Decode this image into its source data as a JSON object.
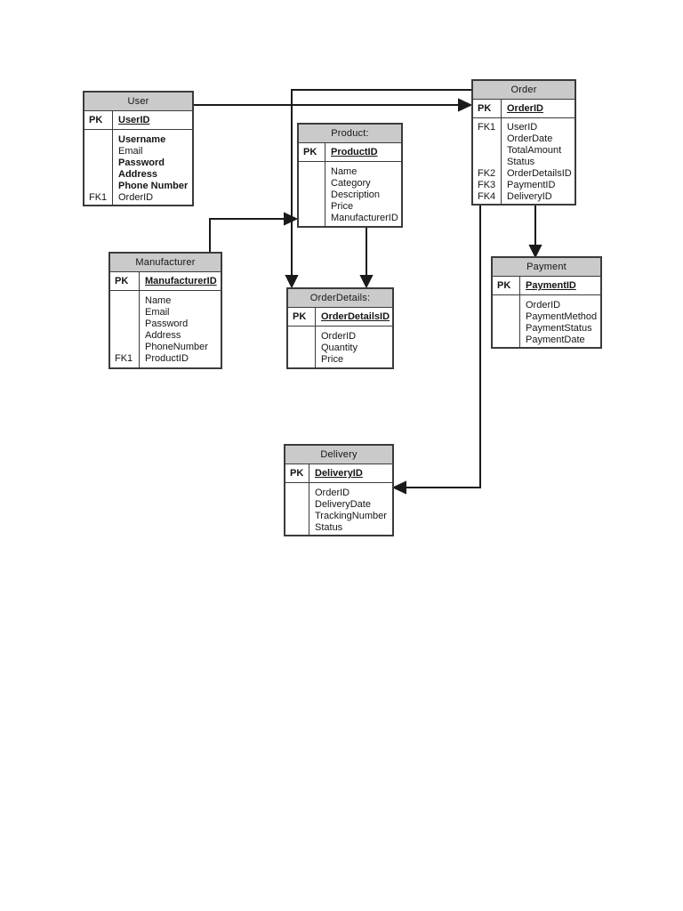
{
  "erd": {
    "entities": {
      "user": {
        "title": "User",
        "pk": {
          "key": "PK",
          "name": "UserID"
        },
        "rows": [
          {
            "key": "",
            "name": "Username"
          },
          {
            "key": "",
            "name": "Email"
          },
          {
            "key": "",
            "name": "Password"
          },
          {
            "key": "",
            "name": "Address"
          },
          {
            "key": "",
            "name": "Phone Number"
          },
          {
            "key": "FK1",
            "name": "OrderID"
          }
        ]
      },
      "product": {
        "title": "Product:",
        "pk": {
          "key": "PK",
          "name": "ProductID"
        },
        "rows": [
          {
            "key": "",
            "name": "Name"
          },
          {
            "key": "",
            "name": "Category"
          },
          {
            "key": "",
            "name": "Description"
          },
          {
            "key": "",
            "name": "Price"
          },
          {
            "key": "",
            "name": "ManufacturerID"
          }
        ]
      },
      "order": {
        "title": "Order",
        "pk": {
          "key": "PK",
          "name": "OrderID"
        },
        "rows": [
          {
            "key": "FK1",
            "name": "UserID"
          },
          {
            "key": "",
            "name": "OrderDate"
          },
          {
            "key": "",
            "name": "TotalAmount"
          },
          {
            "key": "",
            "name": "Status"
          },
          {
            "key": "FK2",
            "name": "OrderDetailsID"
          },
          {
            "key": "FK3",
            "name": "PaymentID"
          },
          {
            "key": "FK4",
            "name": "DeliveryID"
          }
        ]
      },
      "manufacturer": {
        "title": "Manufacturer",
        "pk": {
          "key": "PK",
          "name": "ManufacturerID"
        },
        "rows": [
          {
            "key": "",
            "name": "Name"
          },
          {
            "key": "",
            "name": "Email"
          },
          {
            "key": "",
            "name": "Password"
          },
          {
            "key": "",
            "name": "Address"
          },
          {
            "key": "",
            "name": "PhoneNumber"
          },
          {
            "key": "FK1",
            "name": "ProductID"
          }
        ]
      },
      "orderdetails": {
        "title": "OrderDetails:",
        "pk": {
          "key": "PK",
          "name": "OrderDetailsID"
        },
        "rows": [
          {
            "key": "",
            "name": "OrderID"
          },
          {
            "key": "",
            "name": "Quantity"
          },
          {
            "key": "",
            "name": "Price"
          }
        ]
      },
      "payment": {
        "title": "Payment",
        "pk": {
          "key": "PK",
          "name": "PaymentID"
        },
        "rows": [
          {
            "key": "",
            "name": "OrderID"
          },
          {
            "key": "",
            "name": "PaymentMethod"
          },
          {
            "key": "",
            "name": "PaymentStatus"
          },
          {
            "key": "",
            "name": "PaymentDate"
          }
        ]
      },
      "delivery": {
        "title": "Delivery",
        "pk": {
          "key": "PK",
          "name": "DeliveryID"
        },
        "rows": [
          {
            "key": "",
            "name": "OrderID"
          },
          {
            "key": "",
            "name": "DeliveryDate"
          },
          {
            "key": "",
            "name": "TrackingNumber"
          },
          {
            "key": "",
            "name": "Status"
          }
        ]
      }
    },
    "relationships": [
      {
        "from": "User",
        "to": "Order"
      },
      {
        "from": "Order",
        "to": "OrderDetails"
      },
      {
        "from": "Manufacturer",
        "to": "Product"
      },
      {
        "from": "Product",
        "to": "OrderDetails"
      },
      {
        "from": "Order",
        "to": "Payment"
      },
      {
        "from": "Order",
        "to": "Delivery"
      }
    ],
    "colors": {
      "header_fill": "#cacaca",
      "border": "#3b3b3b",
      "connector": "#1a1a1a",
      "background": "#ffffff",
      "text": "#151515"
    }
  }
}
